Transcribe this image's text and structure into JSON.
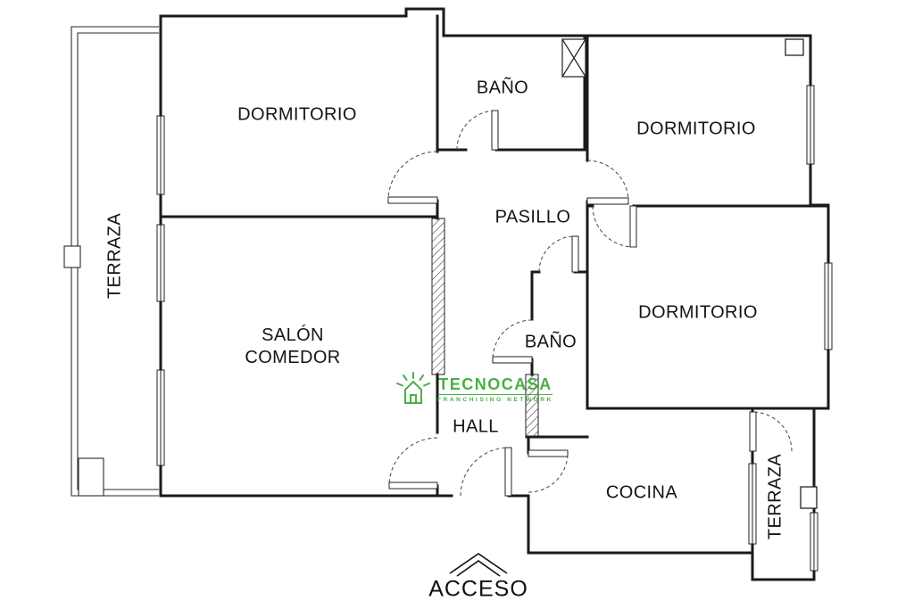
{
  "plan": {
    "rooms": [
      {
        "id": "terraza-left",
        "label": "TERRAZA"
      },
      {
        "id": "dormitorio-top-left",
        "label": "DORMITORIO"
      },
      {
        "id": "bano-top",
        "label": "BAÑO"
      },
      {
        "id": "dormitorio-top-right",
        "label": "DORMITORIO"
      },
      {
        "id": "pasillo",
        "label": "PASILLO"
      },
      {
        "id": "salon-comedor",
        "label": "SALÓN\nCOMEDOR"
      },
      {
        "id": "dormitorio-right",
        "label": "DORMITORIO"
      },
      {
        "id": "bano-mid",
        "label": "BAÑO"
      },
      {
        "id": "hall",
        "label": "HALL"
      },
      {
        "id": "cocina",
        "label": "COCINA"
      },
      {
        "id": "terraza-right",
        "label": "TERRAZA"
      }
    ],
    "entrance": {
      "label": "ACCESO"
    }
  },
  "watermark": {
    "brand": "TECNOCASA",
    "tagline": "FRANCHISING NETWORK",
    "color": "#3aaa35"
  },
  "colors": {
    "line": "#1a1a1a",
    "background": "#ffffff"
  }
}
